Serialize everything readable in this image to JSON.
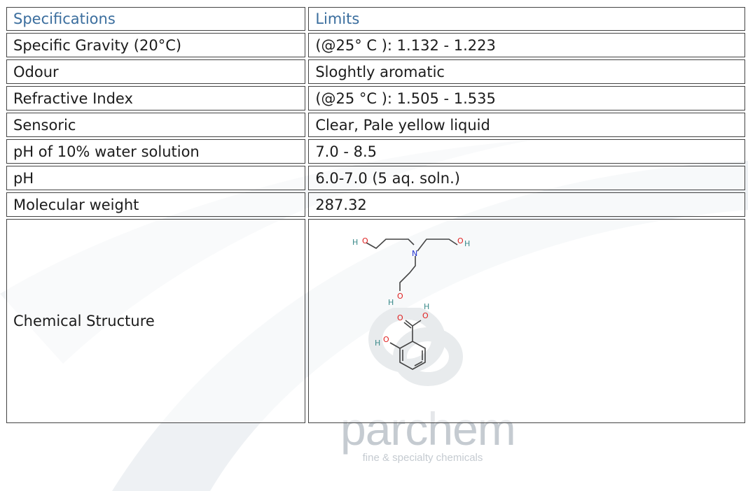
{
  "header": {
    "spec_label": "Specifications",
    "limits_label": "Limits"
  },
  "rows": [
    {
      "spec": "Specific Gravity (20°C)",
      "limit": "(@25° C ): 1.132 - 1.223"
    },
    {
      "spec": "Odour",
      "limit": "Sloghtly aromatic"
    },
    {
      "spec": "Refractive Index",
      "limit": "(@25 °C ): 1.505 - 1.535"
    },
    {
      "spec": "Sensoric",
      "limit": "Clear, Pale yellow liquid"
    },
    {
      "spec": "pH of 10% water solution",
      "limit": "7.0 - 8.5"
    },
    {
      "spec": "pH",
      "limit": "6.0-7.0 (5 aq. soln.)"
    },
    {
      "spec": "Molecular weight",
      "limit": "287.32"
    }
  ],
  "structure_row": {
    "spec": "Chemical Structure",
    "atoms": {
      "h": "H",
      "o": "O",
      "n": "N"
    }
  },
  "watermark": {
    "word": "parchem",
    "tagline": "fine & specialty chemicals"
  },
  "colors": {
    "header_text": "#3b6e9e",
    "oxygen": "#e02020",
    "nitrogen": "#2030d0",
    "hydrogen": "#3a8a8a"
  }
}
